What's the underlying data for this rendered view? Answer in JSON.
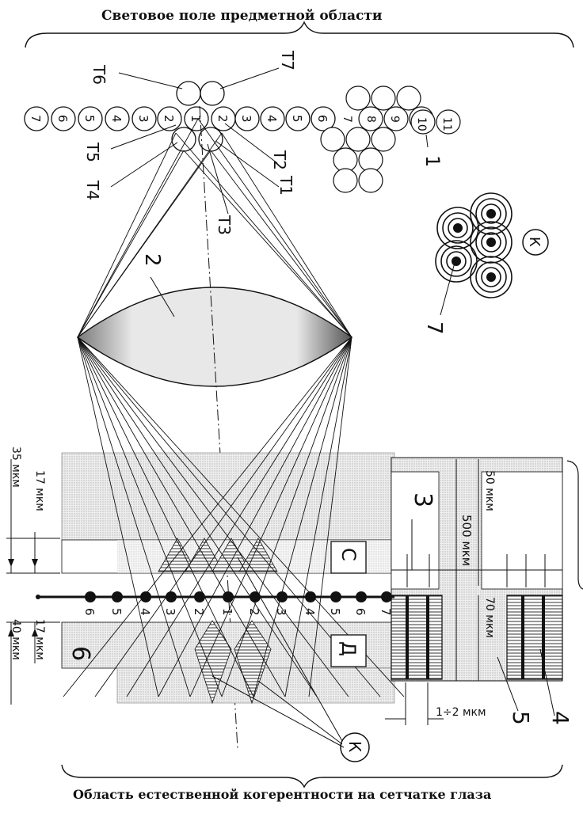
{
  "titles": {
    "top": "Световое поле предметной области",
    "bottom": "Область естественной когерентности на сетчатке глаза"
  },
  "left_row": [
    "7",
    "6",
    "5",
    "4",
    "3",
    "2",
    "1",
    "2",
    "3",
    "4",
    "5",
    "6"
  ],
  "right_cluster": [
    "7",
    "8",
    "9",
    "10",
    "11"
  ],
  "t_labels": {
    "t6": "T6",
    "t7": "T7",
    "t5": "T5",
    "t4": "T4",
    "t3": "T3",
    "t2": "T2",
    "t1": "T1"
  },
  "labels": {
    "lens": "2",
    "callout1": "1",
    "callout7": "7",
    "circle_k_top": "К",
    "circle_k_bottom": "К",
    "c": "С",
    "d": "Д",
    "three": "3",
    "six_left": "6",
    "five": "5",
    "four": "4"
  },
  "retina_dots": [
    "6",
    "5",
    "4",
    "3",
    "2",
    "1",
    "2",
    "3",
    "4",
    "5",
    "6",
    "7"
  ],
  "dims": {
    "left_top_outer": "35 мкм",
    "left_top_inner": "17 мкм",
    "left_bot_outer": "40 мкм",
    "left_bot_inner": "17 мкм",
    "right_50": "50 мкм",
    "right_500": "500 мкм",
    "right_70": "70 мкм",
    "bottom_gap": "1÷2 мкм"
  },
  "colors": {
    "ink": "#111111",
    "paper": "#ffffff",
    "shade": "#9a9a9a"
  }
}
